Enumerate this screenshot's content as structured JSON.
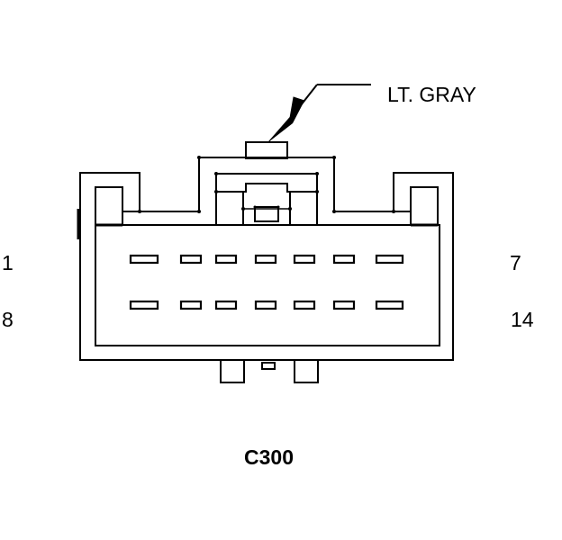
{
  "diagram": {
    "connector_id": "C300",
    "connector_color": "LT. GRAY",
    "pin_labels": {
      "top_left": "1",
      "top_right": "7",
      "bottom_left": "8",
      "bottom_right": "14"
    },
    "rows": [
      {
        "first_pin": 1,
        "last_pin": 7
      },
      {
        "first_pin": 8,
        "last_pin": 14
      }
    ],
    "stroke_color": "#000000",
    "background_color": "#ffffff"
  }
}
